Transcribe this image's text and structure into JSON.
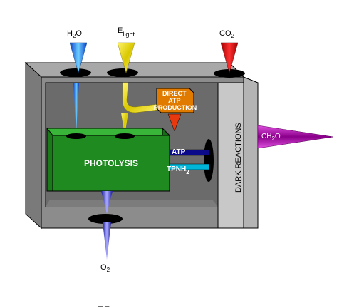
{
  "labels": {
    "h2o": {
      "main": "H",
      "sub": "2",
      "tail": "O"
    },
    "elight": {
      "main": "E",
      "sub": "light"
    },
    "co2": {
      "main": "CO",
      "sub": "2"
    },
    "o2": {
      "main": "O",
      "sub": "2"
    },
    "direct_atp": [
      "DIRECT",
      "ATP",
      "PRODUCTION"
    ],
    "photolysis": "PHOTOLYSIS",
    "atp": "ATP",
    "tpnh2": {
      "main": "TPNH",
      "sub": "2"
    },
    "dark_reactions": "DARK REACTIONS",
    "ch2o": {
      "main": "CH",
      "sub": "2",
      "tail": "O"
    },
    "stray_marks": "_ _"
  },
  "colors": {
    "box_front": "#8c8c8c",
    "box_top": "#a8a8a8",
    "box_inside": "#6b6b6b",
    "dark_chamber": "#c8c8c8",
    "photolysis_front": "#1f8a1f",
    "photolysis_top": "#39b539",
    "photolysis_side": "#166d16",
    "water": "#1e90ff",
    "light": "#f5e400",
    "co2": "#ff1a1a",
    "oxygen": "#3f3fd8",
    "atp_box": "#e07b00",
    "atp_arrow": "#e8390e",
    "ch2o": "#cc00cc",
    "tpnh_bar": "#00b5d8",
    "atp_bar": "#0a0a8a"
  }
}
